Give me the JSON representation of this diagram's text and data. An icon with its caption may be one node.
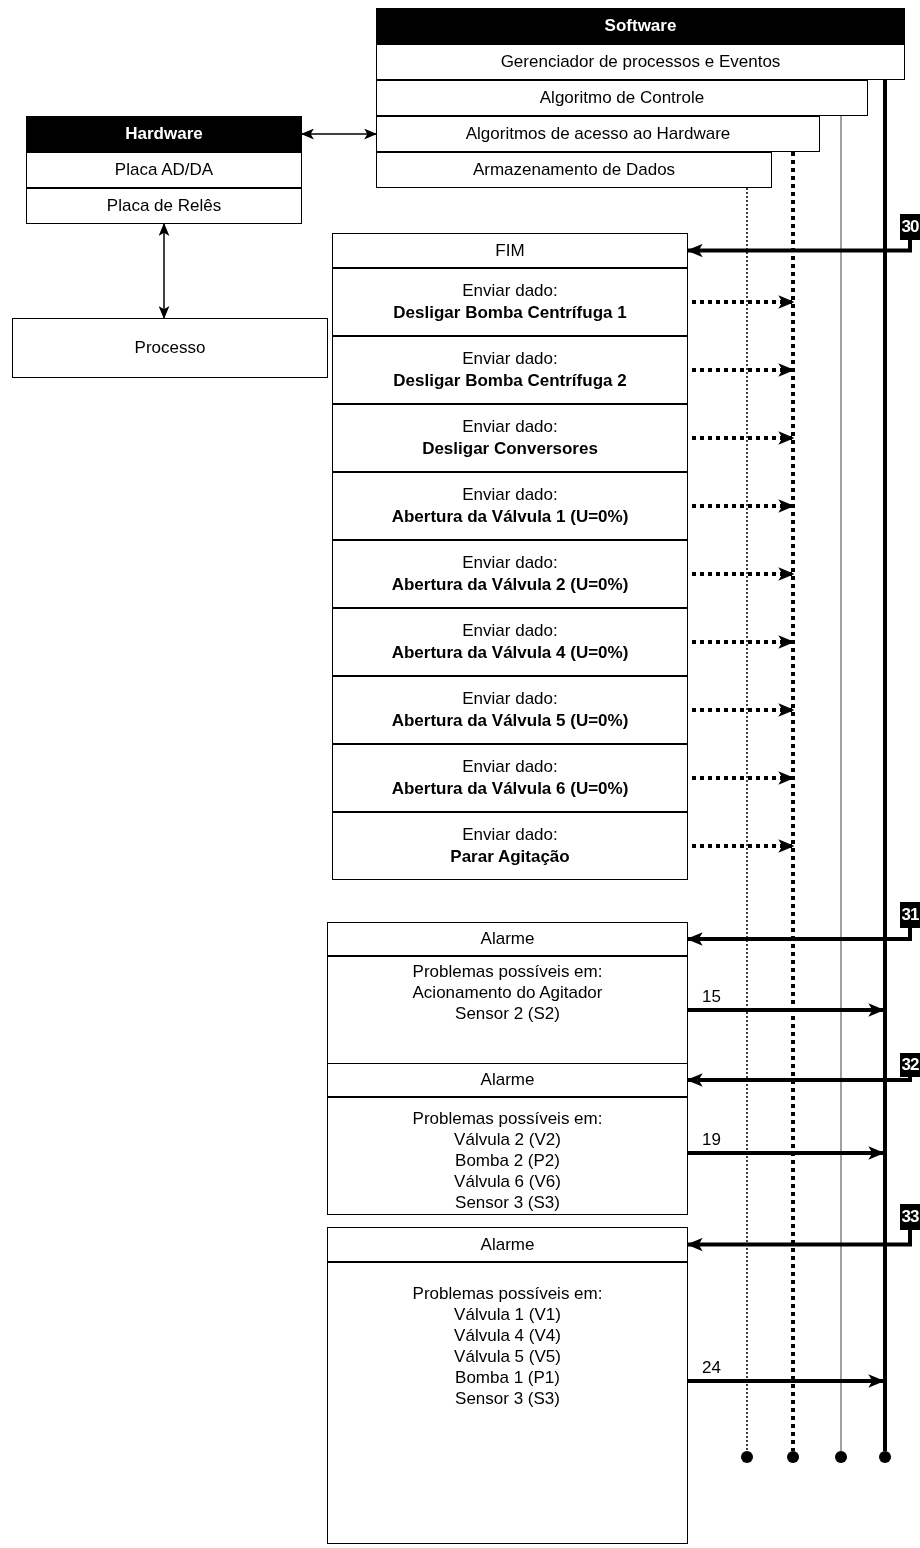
{
  "diagram": {
    "nodes": [
      {
        "text": [
          "Software"
        ]
      },
      {
        "text": [
          "Gerenciador de processos e Eventos"
        ]
      },
      {
        "text": [
          "Algoritmo de Controle"
        ]
      },
      {
        "text": [
          "Algoritmos de acesso ao Hardware"
        ]
      },
      {
        "text": [
          "Armazenamento de Dados"
        ]
      },
      {
        "text": [
          "Hardware"
        ]
      },
      {
        "text": [
          "Placa AD/DA"
        ]
      },
      {
        "text": [
          "Placa de Relês"
        ]
      },
      {
        "text": [
          "Processo"
        ]
      },
      {
        "text": [
          "30"
        ]
      },
      {
        "text": [
          "FIM"
        ]
      },
      {
        "text": [
          "Enviar dado:",
          "Desligar Bomba Centrífuga 1"
        ]
      },
      {
        "text": [
          "Enviar dado:",
          "Desligar Bomba Centrífuga 2"
        ]
      },
      {
        "text": [
          "Enviar dado:",
          "Desligar Conversores"
        ]
      },
      {
        "text": [
          "Enviar dado:",
          "Abertura da Válvula 1 (U=0%)"
        ]
      },
      {
        "text": [
          "Enviar dado:",
          "Abertura da Válvula 2 (U=0%)"
        ]
      },
      {
        "text": [
          "Enviar dado:",
          "Abertura da Válvula 4 (U=0%)"
        ]
      },
      {
        "text": [
          "Enviar dado:",
          "Abertura da Válvula 5 (U=0%)"
        ]
      },
      {
        "text": [
          "Enviar dado:",
          "Abertura da Válvula 6 (U=0%)"
        ]
      },
      {
        "text": [
          "Enviar dado:",
          "Parar Agitação"
        ]
      },
      {
        "text": [
          "31"
        ]
      },
      {
        "text": [
          "Alarme"
        ]
      },
      {
        "text": [
          "Problemas possíveis em:",
          "Acionamento do Agitador",
          "Sensor 2 (S2)"
        ]
      },
      {
        "text": [
          "32"
        ]
      },
      {
        "text": [
          "Alarme"
        ]
      },
      {
        "text": [
          "Problemas possíveis em:",
          "Válvula 2 (V2)",
          "Bomba 2 (P2)",
          "Válvula 6 (V6)",
          "Sensor 3 (S3)"
        ]
      },
      {
        "text": [
          "33"
        ]
      },
      {
        "text": [
          "Alarme"
        ]
      },
      {
        "text": [
          "Problemas possíveis em:",
          "Válvula 1 (V1)",
          "Válvula 4 (V4)",
          "Válvula 5 (V5)",
          "Bomba 1 (P1)",
          "Sensor 3 (S3)"
        ]
      },
      {
        "text": [],
        "shape": "circle"
      },
      {
        "text": [],
        "shape": "circle"
      },
      {
        "text": [],
        "shape": "circle"
      },
      {
        "text": [],
        "shape": "circle"
      }
    ],
    "edges": [
      {
        "from": 5,
        "to": 3,
        "arrow": "both"
      },
      {
        "from": 7,
        "to": 8,
        "arrow": "both"
      },
      {
        "from": 4,
        "to": 29,
        "arrow": "none",
        "style": "dashed"
      },
      {
        "from": 3,
        "to": 30,
        "arrow": "none",
        "style": "dashed"
      },
      {
        "from": 2,
        "to": 31,
        "arrow": "none",
        "color": "#808080"
      },
      {
        "from": 1,
        "to": 32,
        "arrow": "none"
      },
      {
        "from": 9,
        "to": 10,
        "arrow": "to"
      },
      {
        "from": 11,
        "to": null,
        "arrow": "to",
        "style": "dashed"
      },
      {
        "from": 12,
        "to": null,
        "arrow": "to",
        "style": "dashed"
      },
      {
        "from": 13,
        "to": null,
        "arrow": "to",
        "style": "dashed"
      },
      {
        "from": 14,
        "to": null,
        "arrow": "to",
        "style": "dashed"
      },
      {
        "from": 15,
        "to": null,
        "arrow": "to",
        "style": "dashed"
      },
      {
        "from": 16,
        "to": null,
        "arrow": "to",
        "style": "dashed"
      },
      {
        "from": 17,
        "to": null,
        "arrow": "to",
        "style": "dashed"
      },
      {
        "from": 18,
        "to": null,
        "arrow": "to",
        "style": "dashed"
      },
      {
        "from": 19,
        "to": null,
        "arrow": "to",
        "style": "dashed"
      },
      {
        "from": 20,
        "to": 21,
        "arrow": "to"
      },
      {
        "from": 22,
        "to": null,
        "arrow": "to",
        "label": "15"
      },
      {
        "from": 23,
        "to": 24,
        "arrow": "to"
      },
      {
        "from": 25,
        "to": null,
        "arrow": "to",
        "label": "19"
      },
      {
        "from": 26,
        "to": 27,
        "arrow": "to"
      },
      {
        "from": 28,
        "to": null,
        "arrow": "to",
        "label": "24"
      }
    ]
  }
}
